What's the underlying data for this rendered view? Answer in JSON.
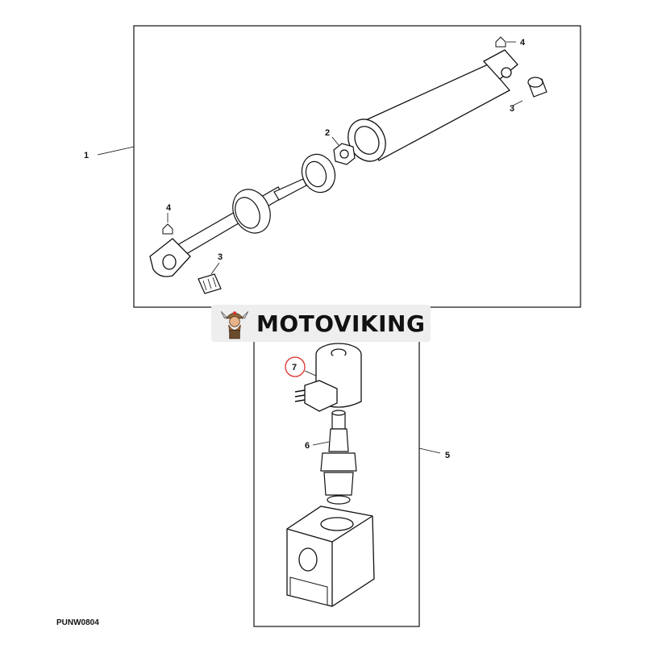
{
  "callouts": {
    "c1": "1",
    "c2": "2",
    "c3a": "3",
    "c3b": "3",
    "c4a": "4",
    "c4b": "4",
    "c5": "5",
    "c6": "6",
    "c7": "7"
  },
  "figure_code": "PUNW0804",
  "watermark": {
    "text": "MOTOVIKING"
  },
  "colors": {
    "line": "#111111",
    "highlight": "#d9302a",
    "watermark_bg": "#eeeeee"
  }
}
